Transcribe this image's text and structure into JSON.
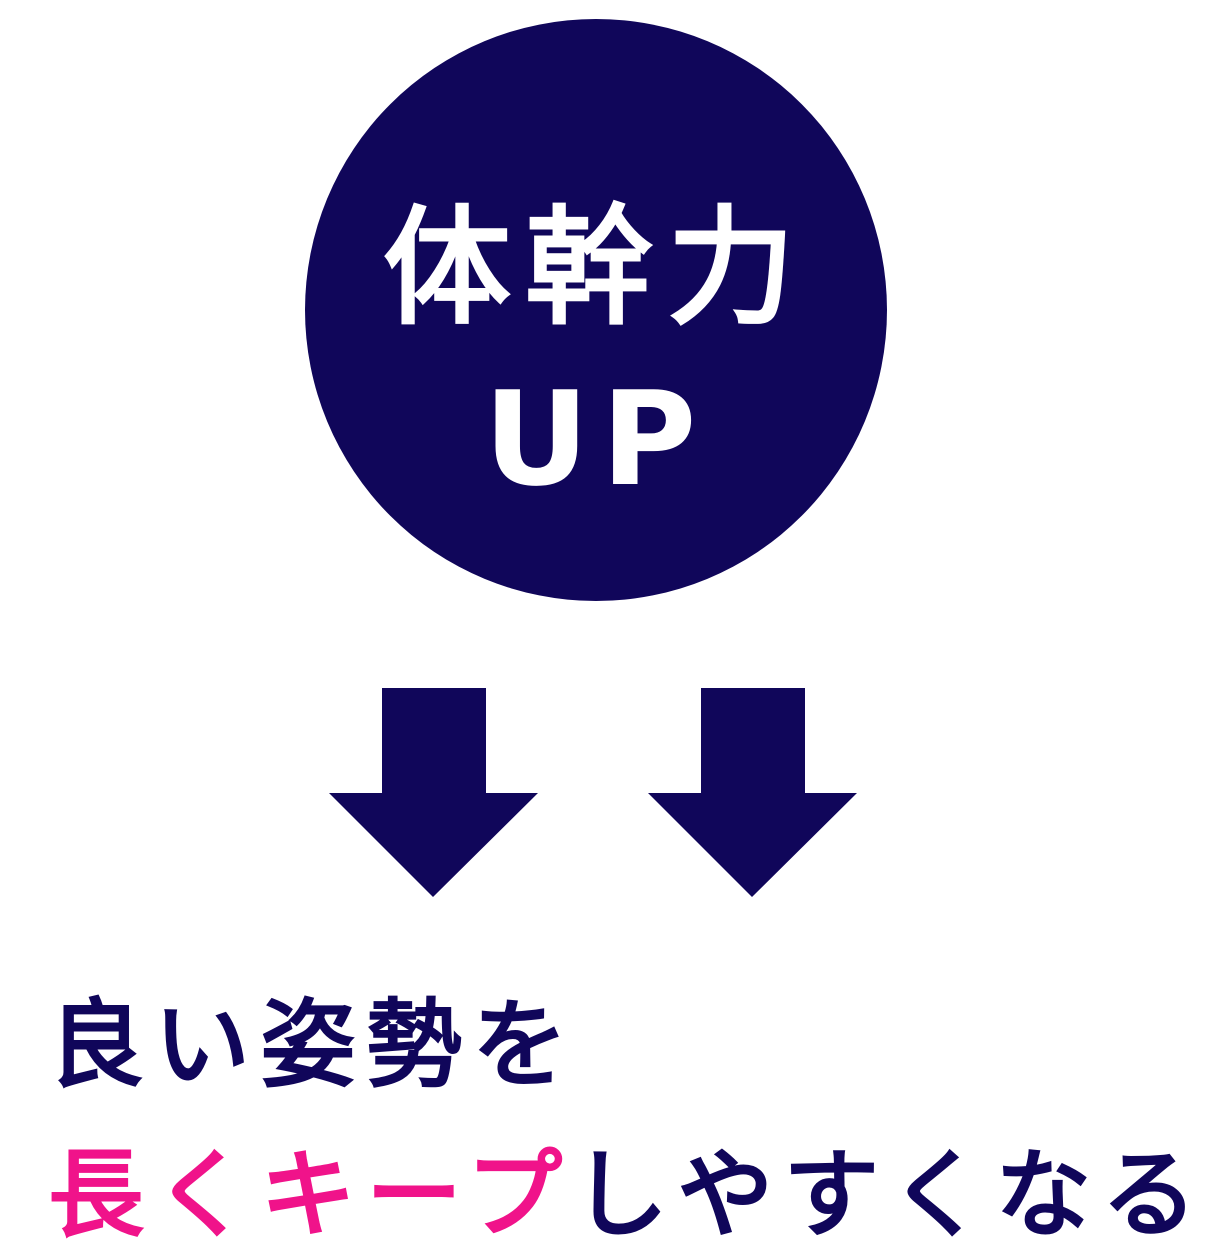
{
  "colors": {
    "navy": "#10065a",
    "pink": "#f0138a",
    "white": "#ffffff"
  },
  "badge": {
    "line1": "体幹力",
    "line2": "UP"
  },
  "arrows": {
    "icon": "double-down-arrow-icon",
    "count": 2
  },
  "message": {
    "line1": "良い姿勢を",
    "line2_highlight": "長くキープ",
    "line2_rest": "しやすくなる"
  }
}
